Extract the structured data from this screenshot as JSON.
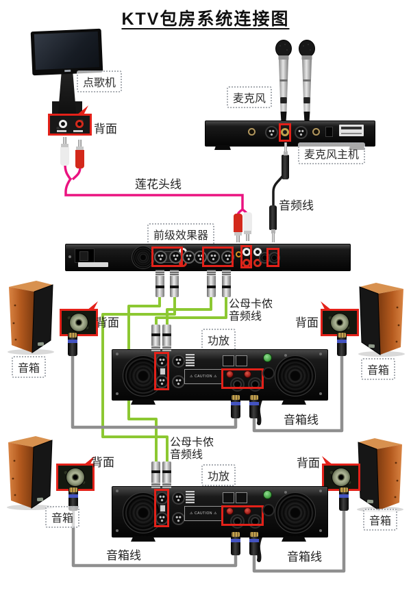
{
  "title": "KTV包房系统连接图",
  "labels": {
    "player": "点歌机",
    "back_panel": "背面",
    "microphone": "麦克风",
    "mic_receiver": "麦克风主机",
    "rca_cable": "莲花头线",
    "audio_cable": "音频线",
    "effector": "前级效果器",
    "xlr_cable_line1": "公母卡侬",
    "xlr_cable_line2": "音频线",
    "amplifier": "功放",
    "speaker_cable": "音箱线",
    "speaker": "音箱",
    "caution": "CAUTION"
  },
  "colors": {
    "highlight_box": "#e32119",
    "rca_cable": "#ea1380",
    "audio_cable": "#1b1b1b",
    "xlr_cable": "#8cc832",
    "speaker_cable": "#8f8f8f",
    "speaker_wood": "#b05a20"
  },
  "connections": [
    {
      "from": "点歌机",
      "to": "前级效果器",
      "cable": "莲花头线"
    },
    {
      "from": "麦克风主机",
      "to": "前级效果器",
      "cable": "音频线"
    },
    {
      "from": "前级效果器",
      "to": "功放 #1",
      "cable": "公母卡侬音频线"
    },
    {
      "from": "前级效果器",
      "to": "功放 #2",
      "cable": "公母卡侬音频线"
    },
    {
      "from": "功放 #1",
      "to": "音箱 ×2 (上排)",
      "cable": "音箱线"
    },
    {
      "from": "功放 #2",
      "to": "音箱 ×2 (下排)",
      "cable": "音箱线"
    }
  ]
}
